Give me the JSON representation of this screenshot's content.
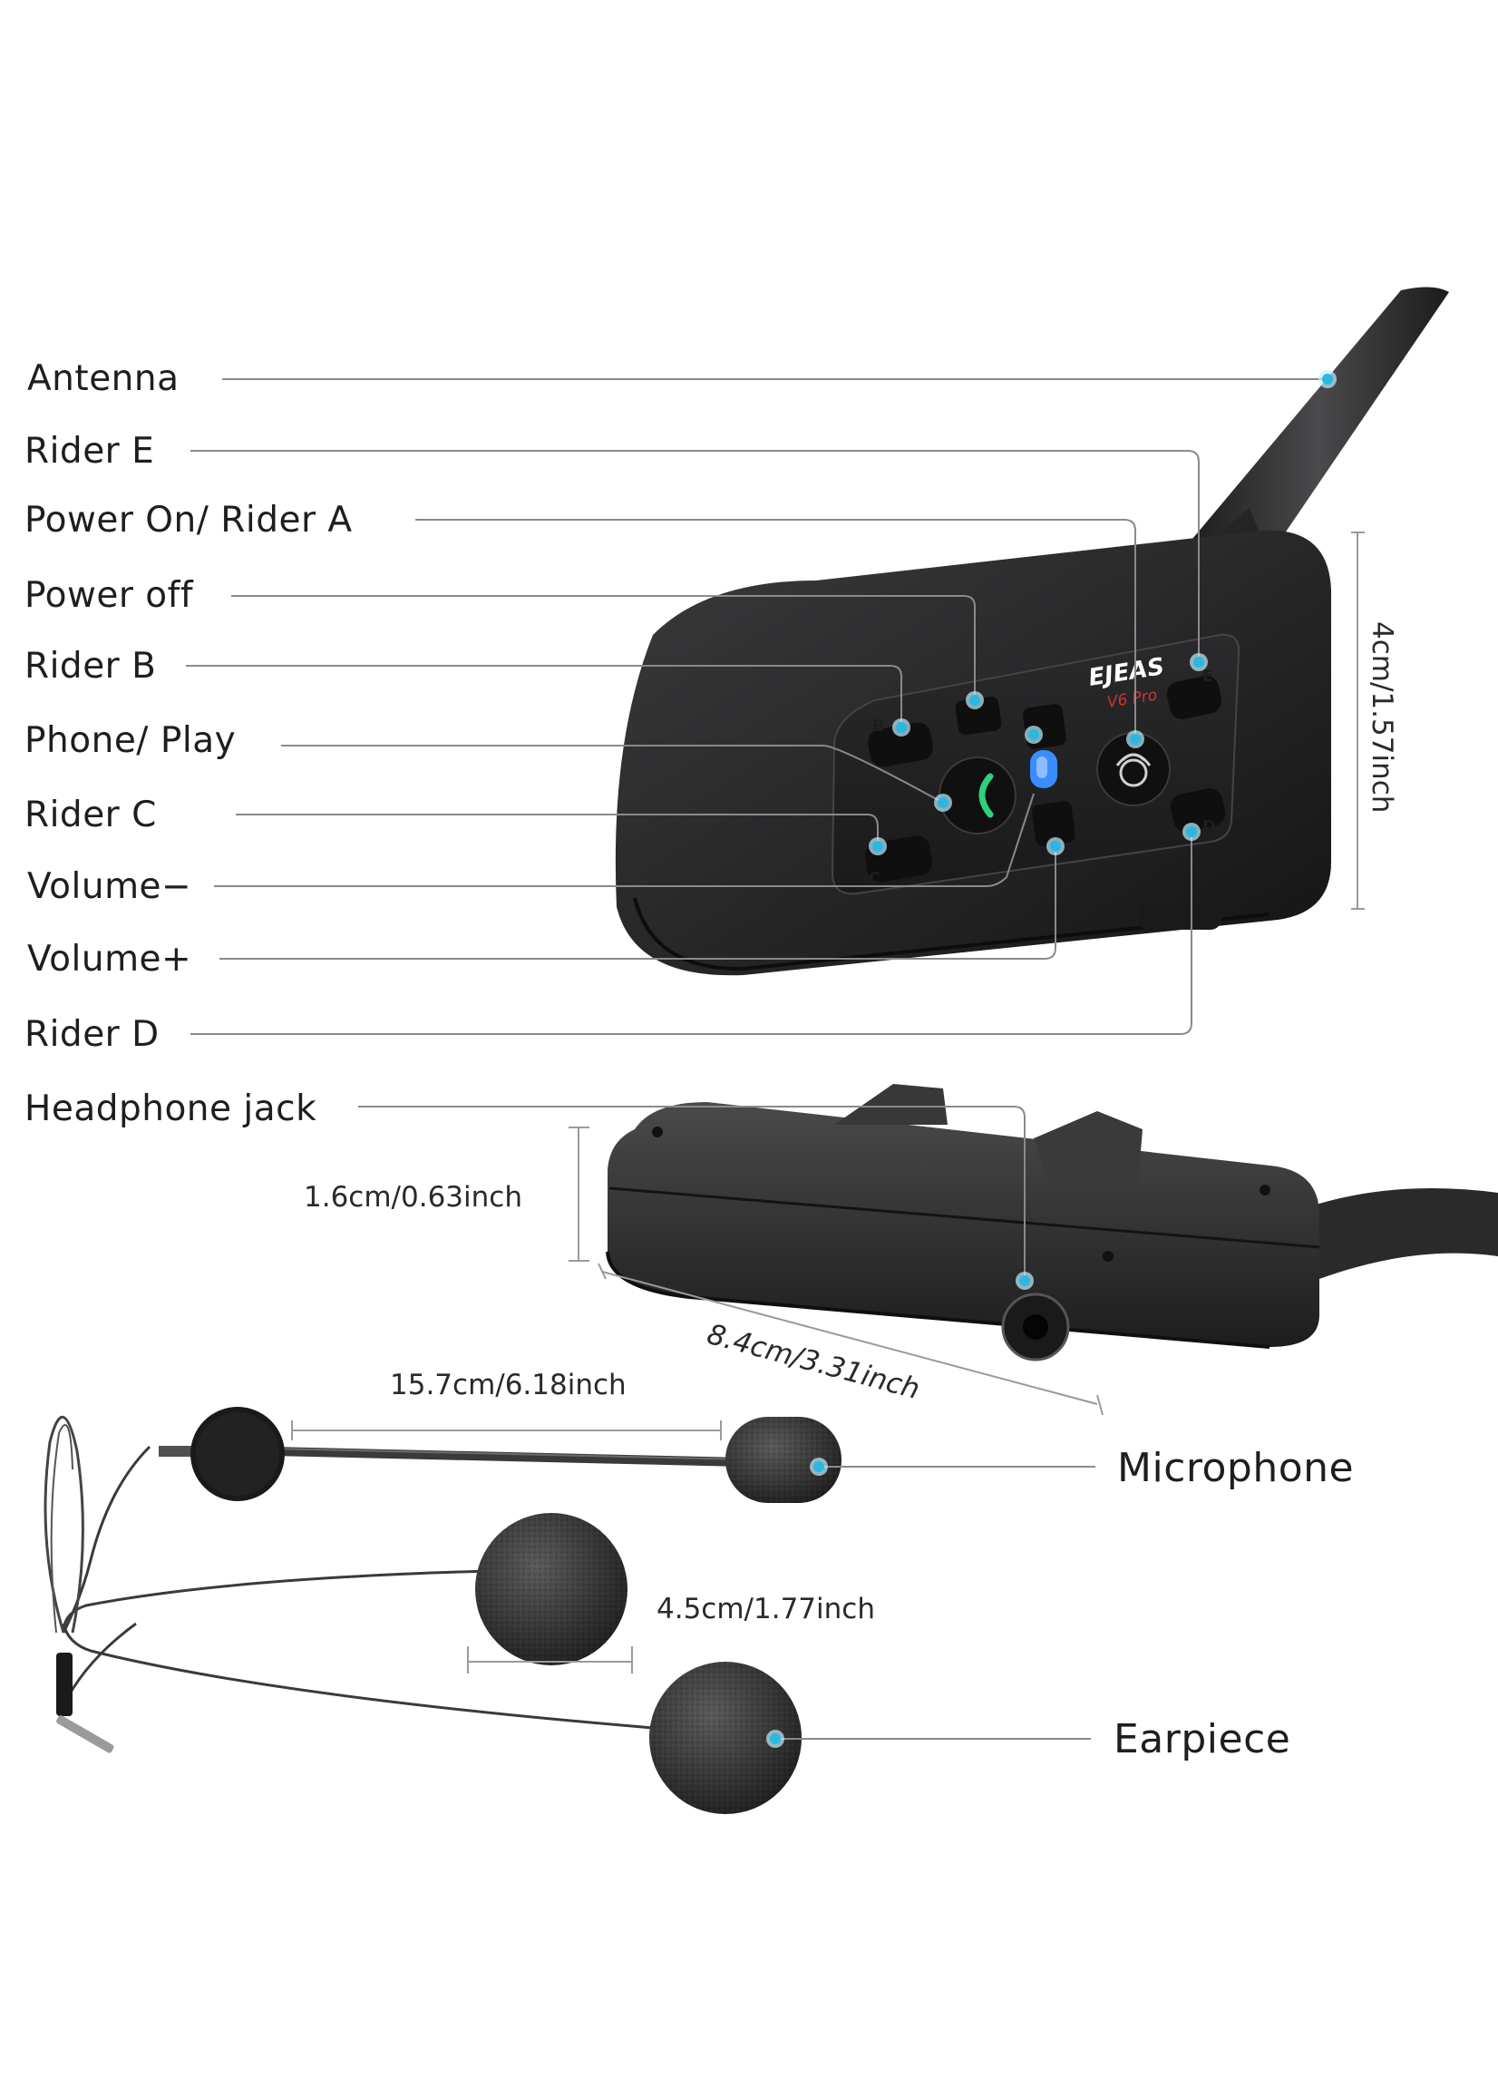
{
  "labels": {
    "antenna": "Antenna",
    "rider_e": "Rider E",
    "power_on_rider_a": "Power On/ Rider A",
    "power_off": "Power off",
    "rider_b": "Rider B",
    "phone_play": "Phone/ Play",
    "rider_c": "Rider C",
    "volume_minus": "Volume−",
    "volume_plus": "Volume+",
    "rider_d": "Rider D",
    "headphone_jack": "Headphone jack",
    "microphone": "Microphone",
    "earpiece": "Earpiece"
  },
  "dimensions": {
    "height": "4cm/1.57inch",
    "thickness": "1.6cm/0.63inch",
    "length": "8.4cm/3.31inch",
    "mic_boom": "15.7cm/6.18inch",
    "earpiece_diameter": "4.5cm/1.77inch"
  },
  "device": {
    "brand": "EJEAS",
    "model": "V6 Pro",
    "button_letters": [
      "B",
      "E",
      "C",
      "D"
    ]
  },
  "colors": {
    "accent_dot": "#2ab8e0",
    "phone_button": "#2fd07a",
    "center_led": "#3a8cff",
    "model_text": "#d0342c"
  }
}
